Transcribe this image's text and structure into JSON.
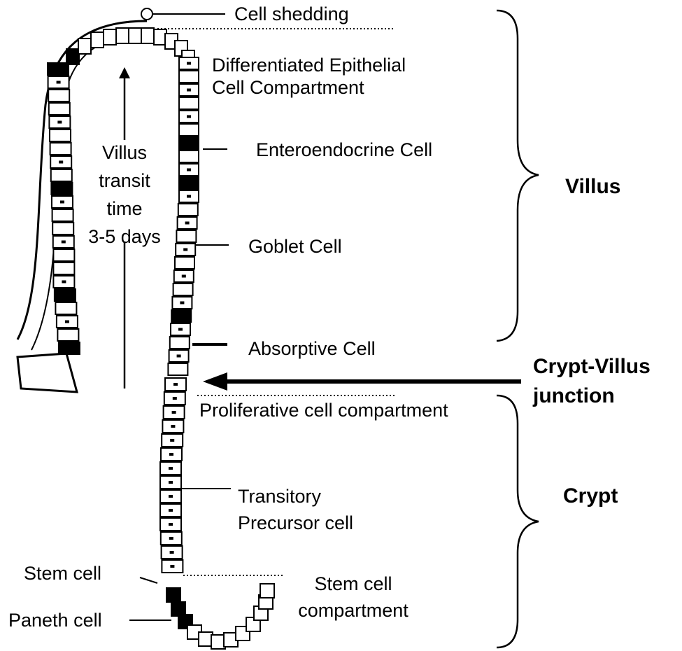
{
  "labels": {
    "cell_shedding": "Cell shedding",
    "differentiated_line1": "Differentiated Epithelial",
    "differentiated_line2": "Cell Compartment",
    "enteroendocrine": "Enteroendocrine Cell",
    "goblet": "Goblet Cell",
    "absorptive": "Absorptive Cell",
    "proliferative": "Proliferative cell compartment",
    "transitory_line1": "Transitory",
    "transitory_line2": "Precursor cell",
    "stem_cell": "Stem cell",
    "paneth_cell": "Paneth cell",
    "stem_compartment_line1": "Stem cell",
    "stem_compartment_line2": "compartment",
    "transit_line1": "Villus",
    "transit_line2": "transit",
    "transit_line3": "time",
    "transit_line4": "3-5 days"
  },
  "regions": {
    "villus": "Villus",
    "junction_line1": "Crypt-Villus",
    "junction_line2": "junction",
    "crypt": "Crypt"
  },
  "colors": {
    "ink": "#000000",
    "background": "#ffffff"
  }
}
